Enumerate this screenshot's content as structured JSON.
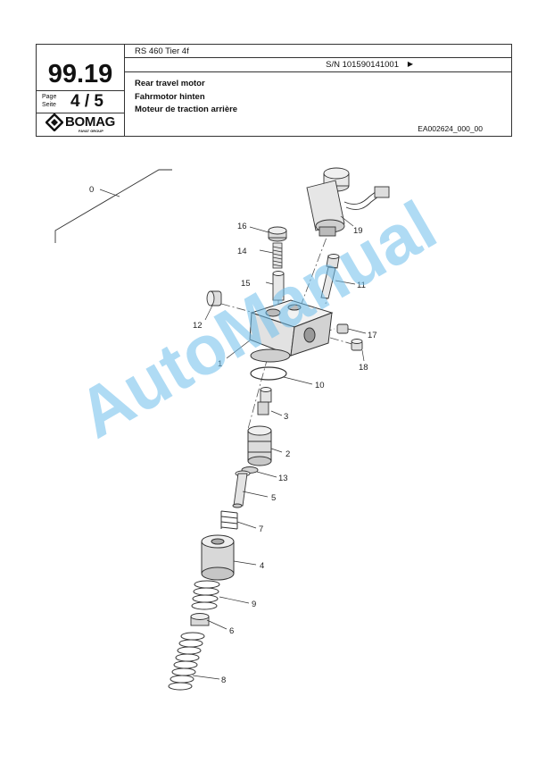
{
  "header": {
    "section_number": "99.19",
    "page_label_en": "Page",
    "page_label_de": "Seite",
    "page_value": "4 / 5",
    "brand": "BOMAG",
    "brand_sub": "FAYAT GROUP",
    "model": "RS 460 Tier 4f",
    "serial": "S/N 101590141001",
    "serial_arrow": "▶",
    "title_en": "Rear travel motor",
    "title_de": "Fahrmotor hinten",
    "title_fr": "Moteur de traction arrière",
    "drawing_ref": "EA002624_000_00"
  },
  "callouts": [
    "0",
    "1",
    "2",
    "3",
    "4",
    "5",
    "6",
    "7",
    "8",
    "9",
    "10",
    "11",
    "12",
    "13",
    "14",
    "15",
    "16",
    "17",
    "18",
    "19"
  ],
  "watermark": "AutoManual",
  "colors": {
    "watermark": "#6ebeeb",
    "line": "#333333",
    "part_fill": "#e6e6e6"
  }
}
